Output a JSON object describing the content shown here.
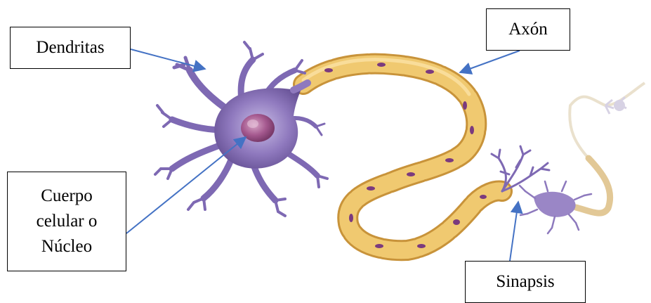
{
  "labels": {
    "dendrites": "Dendritas",
    "axon": "Axón",
    "cell_body_line1": "Cuerpo",
    "cell_body_line2": "celular o",
    "cell_body_line3": "Núcleo",
    "synapse": "Sinapsis"
  },
  "colors": {
    "arrow": "#4472C4",
    "myelin_fill": "#E8B95A",
    "myelin_edge": "#C8933A",
    "nucleus_dot": "#7B3A7E",
    "neuron_body": "#8F79BE",
    "neuron_light": "#B9A9DD",
    "neuron_dark": "#5F4A8E",
    "nucleus": "#A4588E"
  }
}
